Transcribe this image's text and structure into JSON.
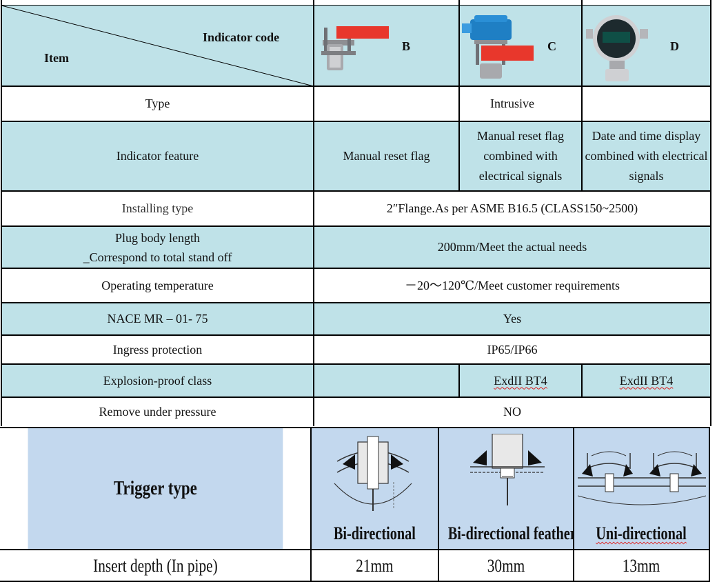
{
  "spec_table": {
    "header": {
      "item_label": "Item",
      "indicator_code_label": "Indicator code",
      "codes": [
        {
          "code": "B",
          "image": "flag-indicator-photo"
        },
        {
          "code": "C",
          "image": "flag-with-junction-box-photo"
        },
        {
          "code": "D",
          "image": "digital-display-indicator-photo"
        }
      ]
    },
    "rows": [
      {
        "label": "Type",
        "value": "Intrusive"
      },
      {
        "label": "Indicator feature",
        "values": [
          "Manual reset flag",
          "Manual reset flag combined with electrical signals",
          "Date and time display combined with electrical signals"
        ]
      },
      {
        "label": "Installing type",
        "value": "2″Flange.As per ASME B16.5 (CLASS150~2500)"
      },
      {
        "label_line1": "Plug body length",
        "label_line2": "_Correspond to total stand off",
        "value": "200mm/Meet the actual needs"
      },
      {
        "label": "Operating temperature",
        "value": "－20～120℃/Meet customer requirements"
      },
      {
        "label": "NACE MR – 01- 75",
        "value": "Yes"
      },
      {
        "label": "Ingress protection",
        "value": "IP65/IP66"
      },
      {
        "label": "Explosion-proof class",
        "values": [
          "",
          "ExdII BT4",
          "ExdII BT4"
        ]
      },
      {
        "label": "Remove under pressure",
        "value": "NO"
      }
    ]
  },
  "trigger_table": {
    "label": "Trigger type",
    "types": [
      {
        "name": "Bi-directional",
        "image": "bi-directional-drawing"
      },
      {
        "name": "Bi-directional feather",
        "image": "bi-directional-feather-drawing"
      },
      {
        "name": "Uni-directional",
        "image": "uni-directional-drawing"
      }
    ],
    "insert_depth": {
      "label": "Insert depth (In pipe)",
      "values": [
        "21mm",
        "30mm",
        "13mm"
      ]
    }
  },
  "colors": {
    "row_blue": "#bfe2e8",
    "trigger_blue": "#c3d8ee",
    "flag_red": "#e8372c",
    "box_blue": "#1f7fc4"
  }
}
